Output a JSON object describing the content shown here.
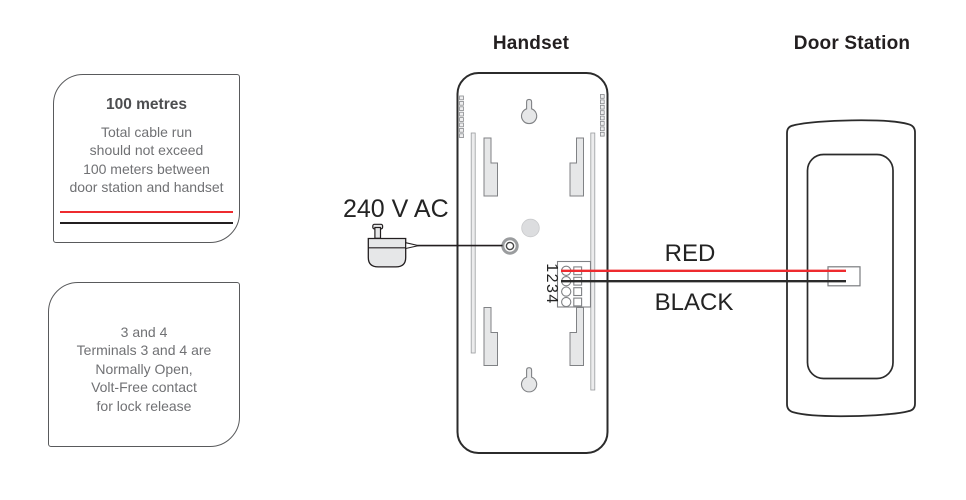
{
  "labels": {
    "handset_title": "Handset",
    "door_station_title": "Door Station",
    "power": "240 V AC",
    "wire_red": "RED",
    "wire_black": "BLACK",
    "terminal_numbers": "1234"
  },
  "notes": {
    "box1": {
      "title": "100 metres",
      "lines": [
        "Total cable run",
        "should not exceed",
        "100 meters between",
        "door station and handset"
      ]
    },
    "box2": {
      "lines": [
        "3 and 4",
        "Terminals 3 and 4 are",
        "Normally Open,",
        "Volt-Free contact",
        "for lock release"
      ]
    }
  },
  "colors": {
    "wire_red": "#ee2b2f",
    "wire_black": "#2b2b2b",
    "outline_dark": "#2b2b2b",
    "note_border": "#595a5c",
    "note_text": "#707174",
    "fill_gray": "#e6e7e8",
    "stroke_gray": "#808285"
  }
}
